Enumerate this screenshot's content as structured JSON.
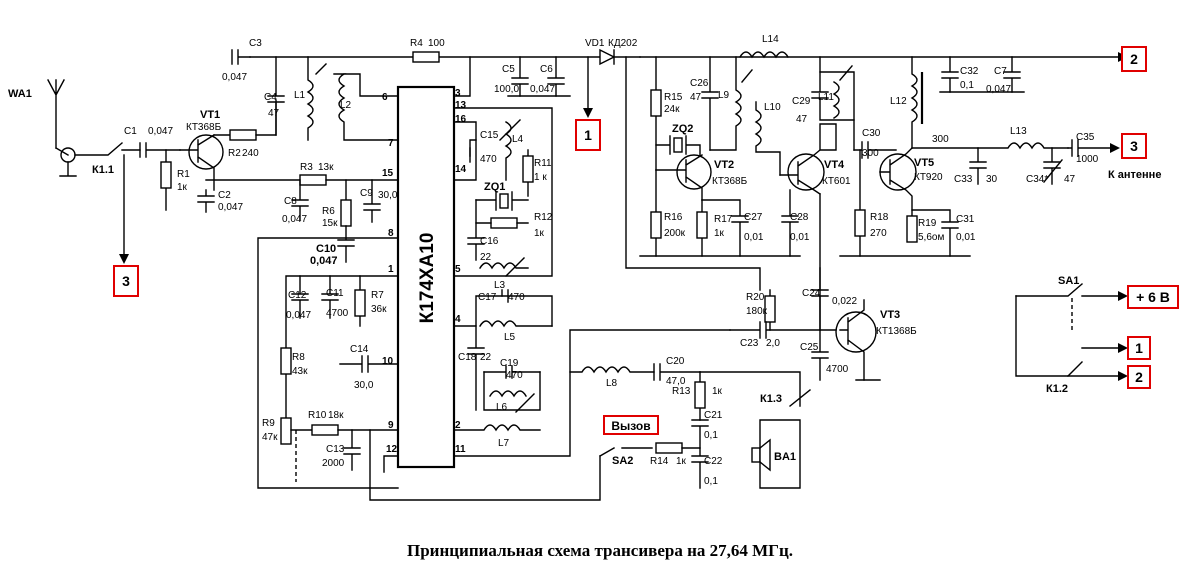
{
  "caption": "Принципиальная схема трансивера на 27,64 МГц.",
  "chip": {
    "name": "К174ХА10",
    "pins": [
      "1",
      "2",
      "3",
      "4",
      "5",
      "7",
      "8",
      "9",
      "10",
      "11",
      "12",
      "13",
      "14",
      "15",
      "16"
    ]
  },
  "antenna": {
    "label": "WA1",
    "contact": "К1.1"
  },
  "transistors": [
    {
      "ref": "VT1",
      "type": "КТ368Б"
    },
    {
      "ref": "VT2",
      "type": "КТ368Б"
    },
    {
      "ref": "VT3",
      "type": "КТ1368Б"
    },
    {
      "ref": "VT4",
      "type": "КТ601"
    },
    {
      "ref": "VT5",
      "type": "КТ920"
    }
  ],
  "diode": {
    "ref": "VD1",
    "type": "КД202"
  },
  "quartz": [
    {
      "ref": "ZQ1"
    },
    {
      "ref": "ZQ2"
    }
  ],
  "resistors": [
    {
      "ref": "R1",
      "value": "1к"
    },
    {
      "ref": "R2",
      "value": "240"
    },
    {
      "ref": "R3",
      "value": "13к"
    },
    {
      "ref": "R4",
      "value": "100"
    },
    {
      "ref": "R6",
      "value": "15к"
    },
    {
      "ref": "R7",
      "value": "36к"
    },
    {
      "ref": "R8",
      "value": "43к"
    },
    {
      "ref": "R9",
      "value": "47к"
    },
    {
      "ref": "R10",
      "value": "18к"
    },
    {
      "ref": "R11",
      "value": "1 к"
    },
    {
      "ref": "R12",
      "value": "1к"
    },
    {
      "ref": "R13",
      "value": "1к"
    },
    {
      "ref": "R14",
      "value": "1к"
    },
    {
      "ref": "R15",
      "value": "24к"
    },
    {
      "ref": "R16",
      "value": "200к"
    },
    {
      "ref": "R17",
      "value": "1к"
    },
    {
      "ref": "R18",
      "value": "270"
    },
    {
      "ref": "R19",
      "value": "5,6ом"
    },
    {
      "ref": "R20",
      "value": "180к"
    }
  ],
  "capacitors": [
    {
      "ref": "C1",
      "value": "0,047"
    },
    {
      "ref": "C2",
      "value": "0,047"
    },
    {
      "ref": "C3",
      "value": "0,047"
    },
    {
      "ref": "C4",
      "value": "47"
    },
    {
      "ref": "C5",
      "value": "100,0"
    },
    {
      "ref": "C6",
      "value": "0,047"
    },
    {
      "ref": "C7",
      "value": "0,047"
    },
    {
      "ref": "C8",
      "value": "0,047"
    },
    {
      "ref": "C9",
      "value": "30,0"
    },
    {
      "ref": "C10",
      "value": "0,047"
    },
    {
      "ref": "C11",
      "value": "4700"
    },
    {
      "ref": "C12",
      "value": "0,047"
    },
    {
      "ref": "C13",
      "value": "2000"
    },
    {
      "ref": "C14",
      "value": "30,0"
    },
    {
      "ref": "C15",
      "value": "470"
    },
    {
      "ref": "C16",
      "value": "22"
    },
    {
      "ref": "C17",
      "value": "470"
    },
    {
      "ref": "C18",
      "value": "22"
    },
    {
      "ref": "C19",
      "value": "470"
    },
    {
      "ref": "C20",
      "value": "47,0"
    },
    {
      "ref": "C21",
      "value": "0,1"
    },
    {
      "ref": "C22",
      "value": "0,1"
    },
    {
      "ref": "C23",
      "value": "2,0"
    },
    {
      "ref": "C24",
      "value": "0,022"
    },
    {
      "ref": "C25",
      "value": "4700"
    },
    {
      "ref": "C26",
      "value": "47"
    },
    {
      "ref": "C27",
      "value": "0,01"
    },
    {
      "ref": "C28",
      "value": "0,01"
    },
    {
      "ref": "C29",
      "value": "47"
    },
    {
      "ref": "C30",
      "value": "300"
    },
    {
      "ref": "C31",
      "value": "0,01"
    },
    {
      "ref": "C32",
      "value": "0,1"
    },
    {
      "ref": "C33",
      "value": "30"
    },
    {
      "ref": "C34",
      "value": "47"
    },
    {
      "ref": "C35",
      "value": "1000"
    }
  ],
  "inductors": [
    "L1",
    "L2",
    "L3",
    "L4",
    "L5",
    "L6",
    "L7",
    "L8",
    "L9",
    "L10",
    "L11",
    "L12",
    "L13",
    "L14"
  ],
  "extra_labels": {
    "l12_cap": "300",
    "c34_mark": "С34*"
  },
  "switches": {
    "sa1": "SA1",
    "sa2": "SA2",
    "k12": "К1.2",
    "k13": "К1.3",
    "speaker": "BA1"
  },
  "call_button": "Вызов",
  "antenna_out": "К антенне",
  "markers": {
    "m1": "1",
    "m2": "2",
    "m3": "3",
    "m_supply": "+ 6 В"
  }
}
